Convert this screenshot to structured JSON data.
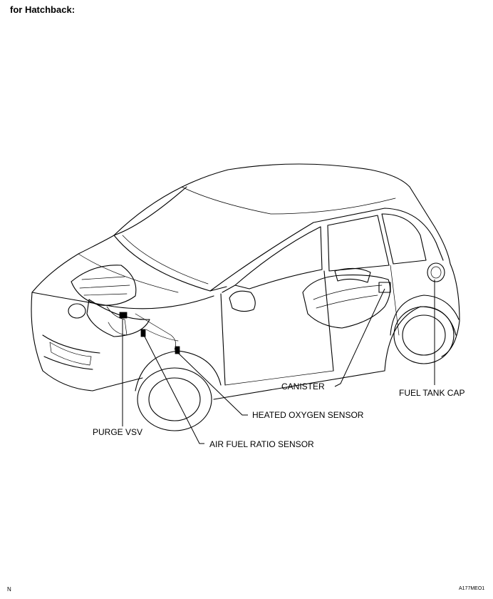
{
  "heading": "for Hatchback:",
  "footer": {
    "left": "N",
    "right": "A177MEO1"
  },
  "labels": {
    "canister": "CANISTER",
    "fuel_tank_cap": "FUEL TANK CAP",
    "heated_oxygen_sensor": "HEATED OXYGEN SENSOR",
    "purge_vsv": "PURGE VSV",
    "air_fuel_ratio_sensor": "AIR FUEL RATIO SENSOR"
  }
}
